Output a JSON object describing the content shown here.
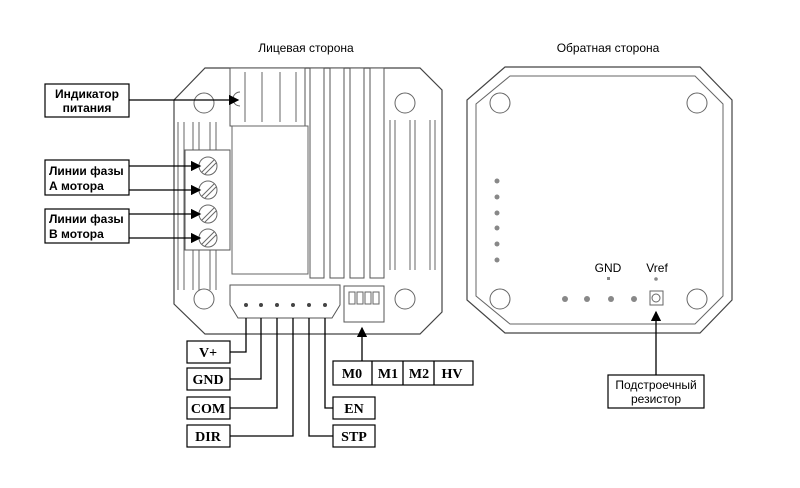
{
  "front": {
    "title": "Лицевая сторона",
    "callouts": {
      "power_indicator": [
        "Индикатор",
        "питания"
      ],
      "phase_a": [
        "Линии фазы",
        "А мотора"
      ],
      "phase_b": [
        "Линии фазы",
        "В мотора"
      ]
    },
    "signal_pins": [
      "V+",
      "GND",
      "COM",
      "DIR",
      "STP",
      "EN"
    ],
    "dip_switches": [
      "M0",
      "M1",
      "M2",
      "HV"
    ]
  },
  "back": {
    "title": "Обратная сторона",
    "test_points": [
      "GND",
      "Vref"
    ],
    "trimmer": [
      "Подстроечный",
      "резистор"
    ]
  }
}
